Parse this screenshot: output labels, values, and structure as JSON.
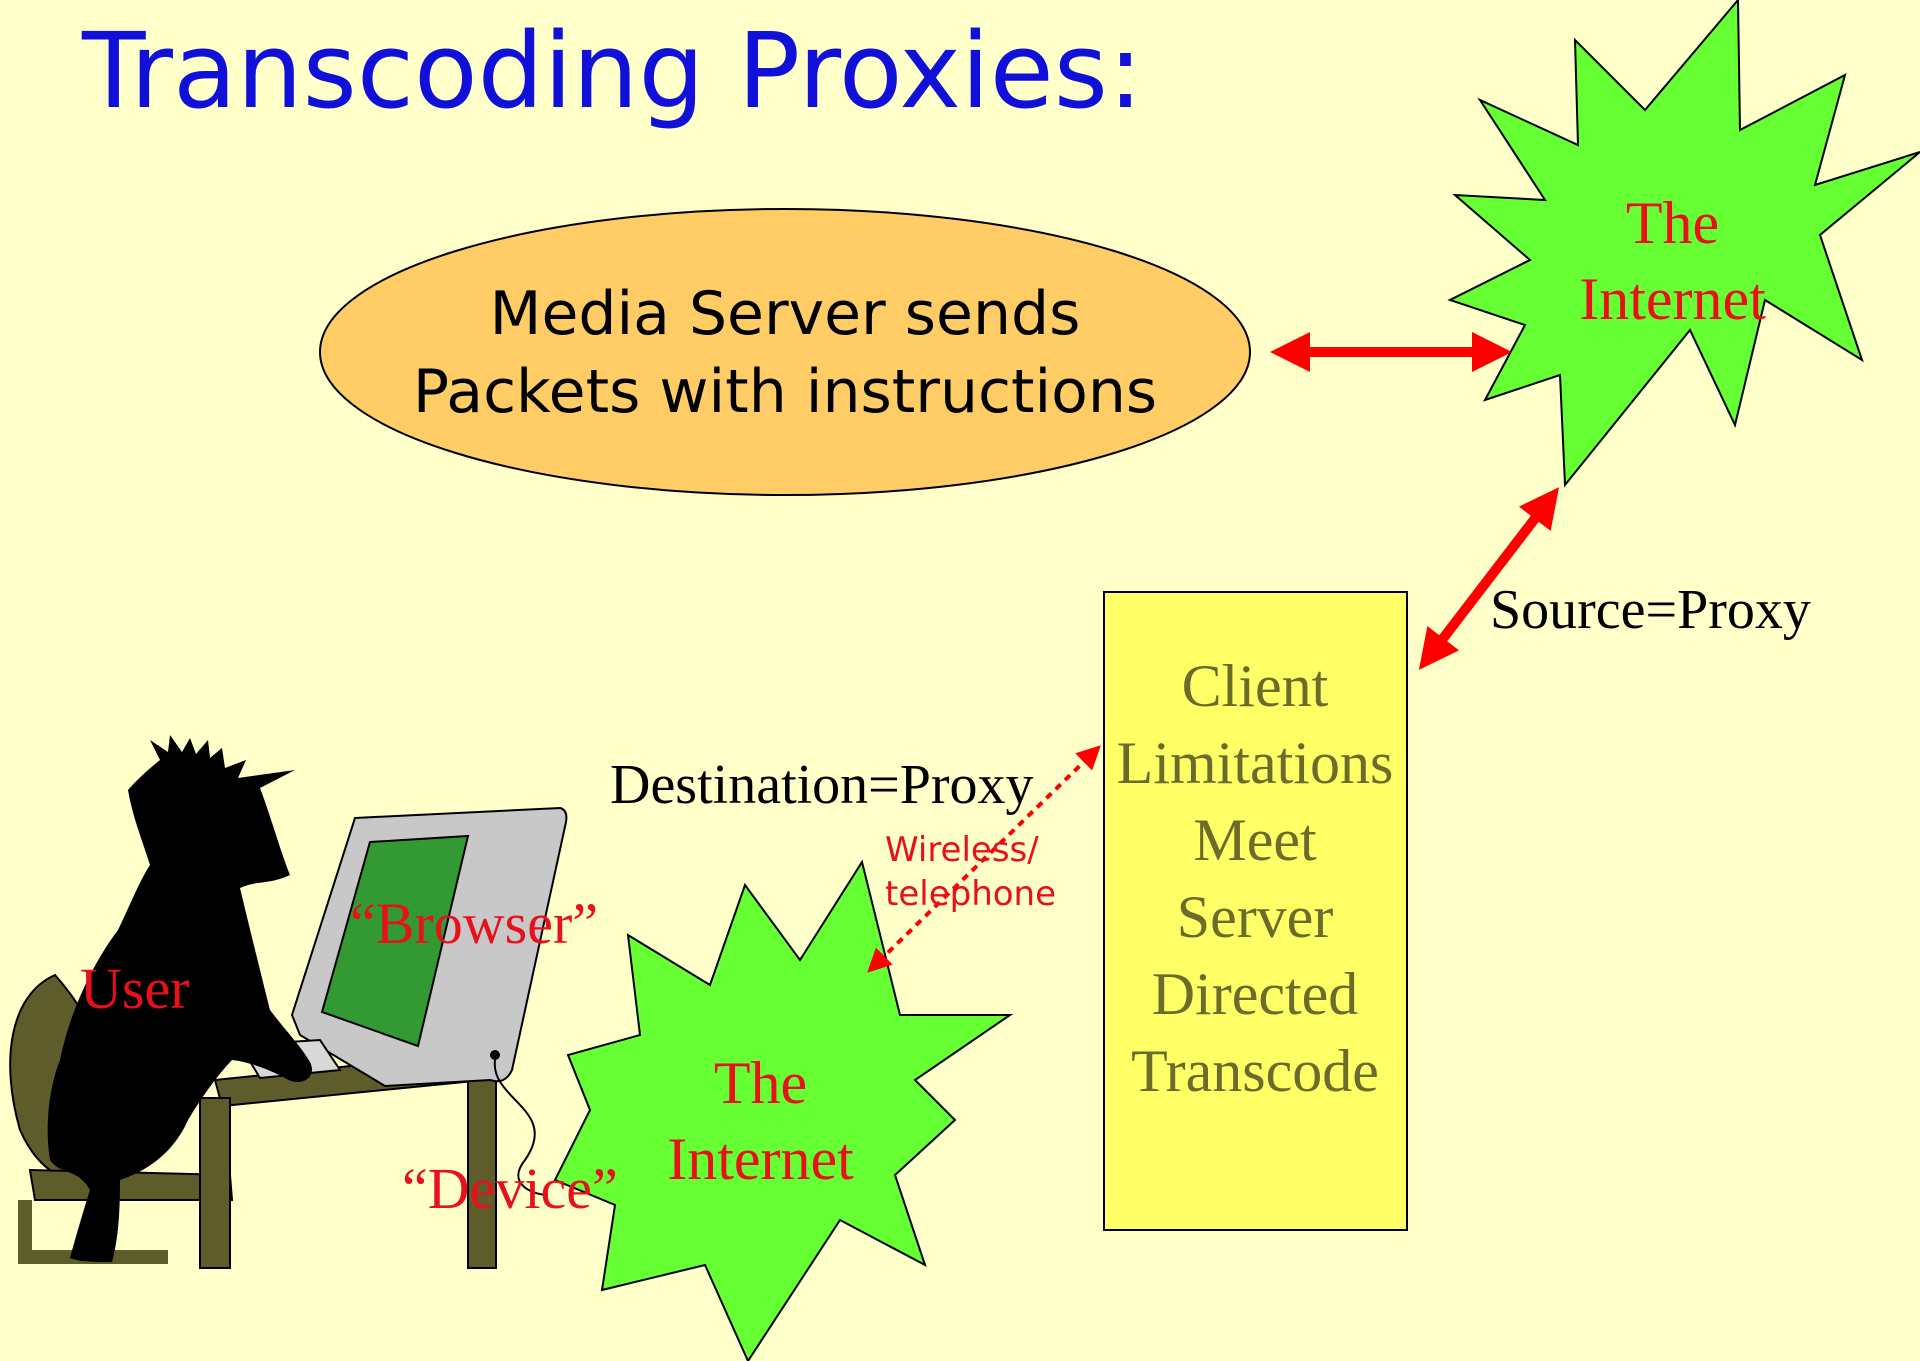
{
  "slide": {
    "title": "Transcoding Proxies:",
    "background_color": "#FFFFC9"
  },
  "media_server": {
    "line1": "Media Server sends",
    "line2": "Packets with instructions",
    "fill_color": "#FFCC66"
  },
  "internet_top": {
    "line1": "The",
    "line2": "Internet",
    "fill_color": "#66FF33"
  },
  "internet_bottom": {
    "line1": "The",
    "line2": "Internet",
    "fill_color": "#66FF33"
  },
  "proxy_box": {
    "lines": [
      "Client",
      "Limitations",
      "Meet",
      "Server",
      "Directed",
      "Transcode"
    ],
    "fill_color": "#FFFF66"
  },
  "labels": {
    "source": "Source=Proxy",
    "destination": "Destination=Proxy",
    "wireless_line1": "Wireless/",
    "wireless_line2": "telephone",
    "browser": "“Browser”",
    "user": "User",
    "device": "“Device”"
  },
  "colors": {
    "title": "#1010D8",
    "arrow": "#FF0000",
    "label_red": "#E8101A"
  }
}
